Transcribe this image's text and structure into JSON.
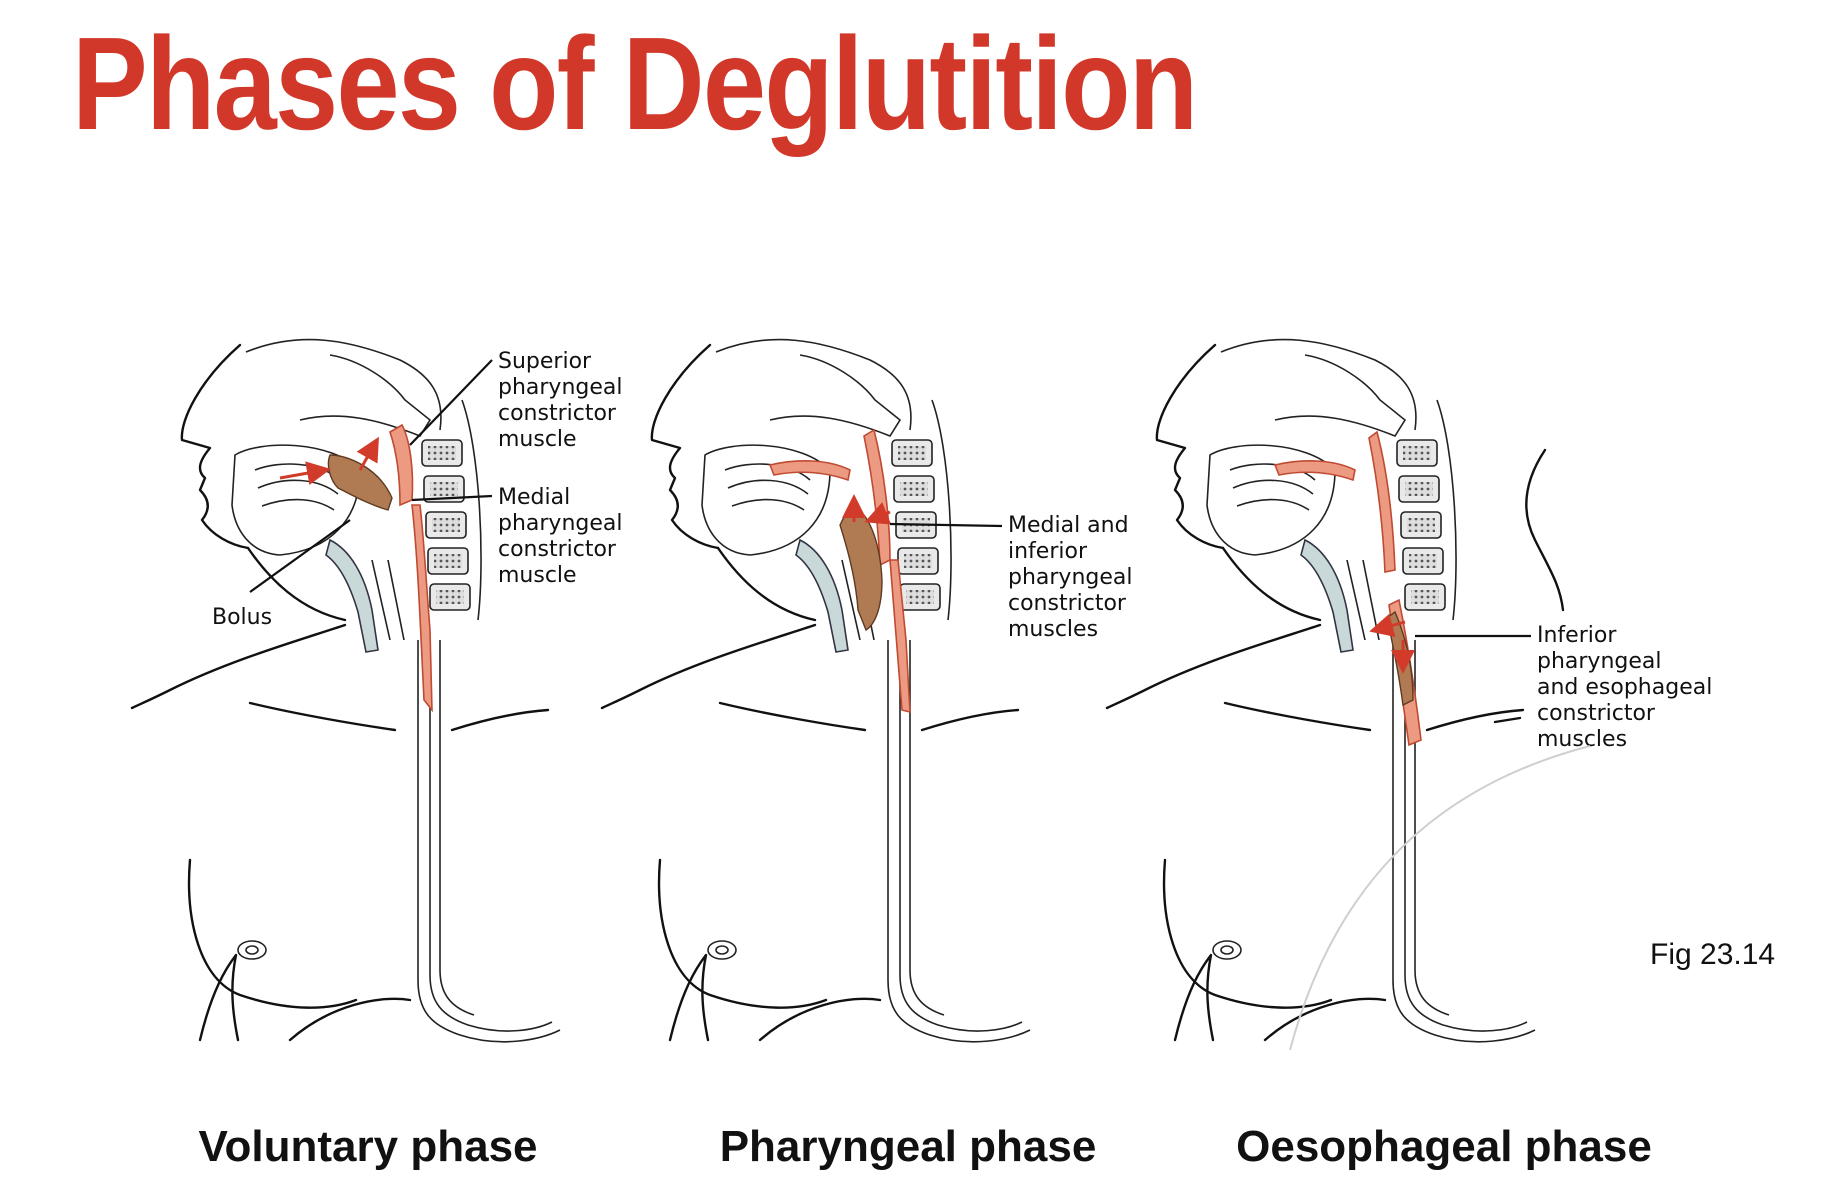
{
  "title": "Phases of Deglutition",
  "colors": {
    "title": "#d2382a",
    "muscle": "#ec9a82",
    "bolus": "#b07a52"
  },
  "panels": [
    {
      "caption": "Voluntary phase",
      "labels": [
        {
          "lines": [
            "Superior",
            "pharyngeal",
            "constrictor",
            "muscle"
          ]
        },
        {
          "lines": [
            "Medial",
            "pharyngeal",
            "constrictor",
            "muscle"
          ]
        },
        {
          "lines": [
            "Bolus"
          ]
        }
      ]
    },
    {
      "caption": "Pharyngeal phase",
      "labels": [
        {
          "lines": [
            "Medial and",
            "inferior",
            "pharyngeal",
            "constrictor",
            "muscles"
          ]
        }
      ]
    },
    {
      "caption": "Oesophageal phase",
      "labels": [
        {
          "lines": [
            "Inferior",
            "pharyngeal",
            "and esophageal",
            "constrictor",
            "muscles"
          ]
        }
      ]
    }
  ],
  "figure_ref": "Fig 23.14"
}
